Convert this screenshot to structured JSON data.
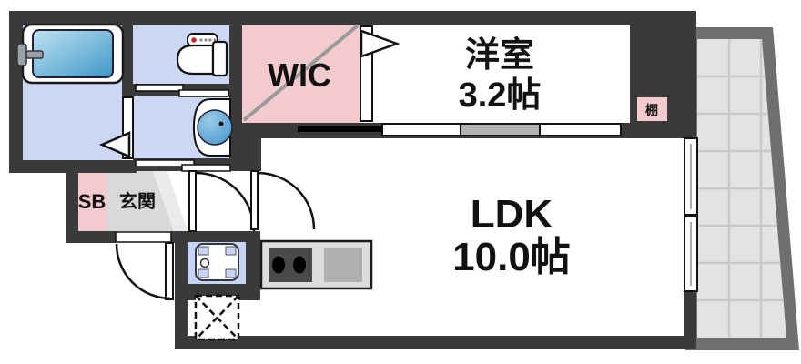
{
  "plan": {
    "type": "floor-plan",
    "rooms": {
      "wic": {
        "label": "WIC"
      },
      "western_room": {
        "label": "洋室",
        "size": "3.2帖"
      },
      "ldk": {
        "label": "LDK",
        "size": "10.0帖"
      },
      "entrance": {
        "shoe_box_label": "SB",
        "label": "玄関"
      },
      "shelf": {
        "label": "棚"
      }
    }
  },
  "colors": {
    "wall": "#3a3a3a",
    "wet-floor": "#cbd7f3",
    "closet-pink": "#f3cacd",
    "entrance-gray": "#d9d9d9",
    "entrance-gray-light": "#ecebeb",
    "balcony-frame": "#6f6f6f",
    "balcony-floor": "#e3e3e3",
    "balcony-grid": "#c9c9c9",
    "sink-blue": "#c5d5f3",
    "counter-gray": "#dcdcdc",
    "stove-dark": "#4a4a4a",
    "stove-light": "#b0b0b0",
    "diagonal-gray": "#9a9a9a",
    "basin-blue": "#59a7d8"
  }
}
